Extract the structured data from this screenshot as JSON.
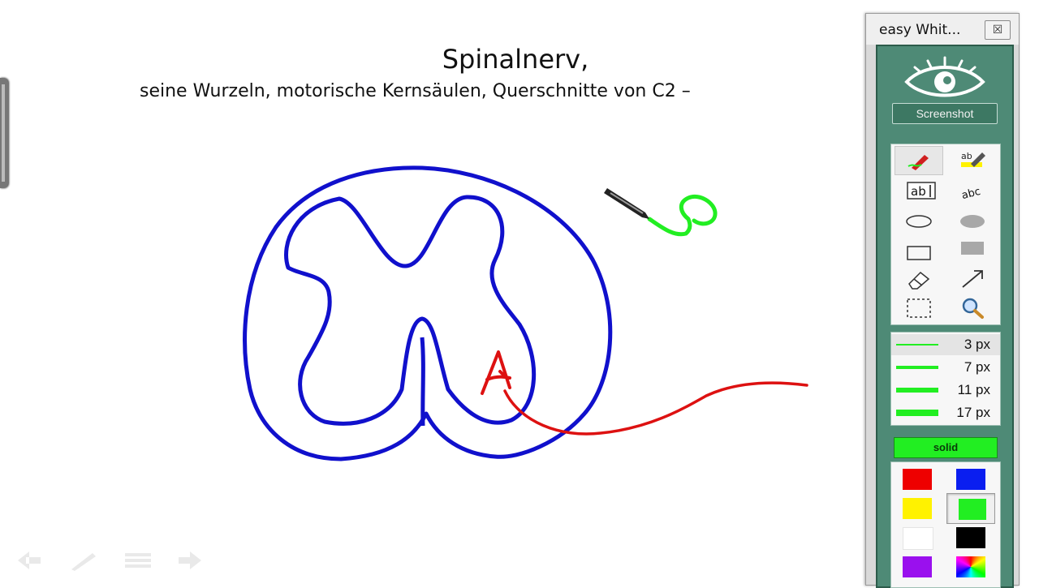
{
  "slide": {
    "title": "Spinalnerv,",
    "subtitle": "seine Wurzeln, motorische Kernsäulen, Querschnitte von C2 –"
  },
  "drawing": {
    "annotation_letter": "A",
    "stroke_colors": {
      "outline": "#1010cc",
      "annotation": "#dd1111",
      "pen_scribble": "#22ee22"
    }
  },
  "palette": {
    "title": "easy Whit...",
    "close_label": "☒",
    "screenshot_label": "Screenshot",
    "tools": [
      {
        "name": "pen",
        "icon": "pen-icon",
        "selected": true
      },
      {
        "name": "highlighter",
        "icon": "highlighter-icon"
      },
      {
        "name": "text-box",
        "icon": "text-box-icon",
        "label": "ab|"
      },
      {
        "name": "text",
        "icon": "text-icon",
        "label": "abc"
      },
      {
        "name": "ellipse",
        "icon": "ellipse-outline-icon"
      },
      {
        "name": "filled-ellipse",
        "icon": "ellipse-filled-icon"
      },
      {
        "name": "rectangle",
        "icon": "rectangle-outline-icon"
      },
      {
        "name": "filled-rectangle",
        "icon": "rectangle-filled-icon"
      },
      {
        "name": "eraser",
        "icon": "eraser-icon"
      },
      {
        "name": "arrow",
        "icon": "arrow-icon"
      },
      {
        "name": "selection",
        "icon": "selection-icon"
      },
      {
        "name": "zoom",
        "icon": "magnifier-icon"
      }
    ],
    "widths": [
      {
        "label": "3 px",
        "selected": true
      },
      {
        "label": "7 px"
      },
      {
        "label": "11 px"
      },
      {
        "label": "17 px"
      }
    ],
    "line_style": "solid",
    "colors": [
      {
        "name": "red",
        "hex": "#ee0000"
      },
      {
        "name": "blue",
        "hex": "#0a1ef0"
      },
      {
        "name": "yellow",
        "hex": "#fff200"
      },
      {
        "name": "green",
        "hex": "#22ee22",
        "selected": true
      },
      {
        "name": "white",
        "hex": "#ffffff"
      },
      {
        "name": "black",
        "hex": "#000000"
      },
      {
        "name": "purple",
        "hex": "#9a10ee"
      },
      {
        "name": "rainbow",
        "hex": "multicolor"
      }
    ],
    "accent_color": "#4e8a76"
  }
}
